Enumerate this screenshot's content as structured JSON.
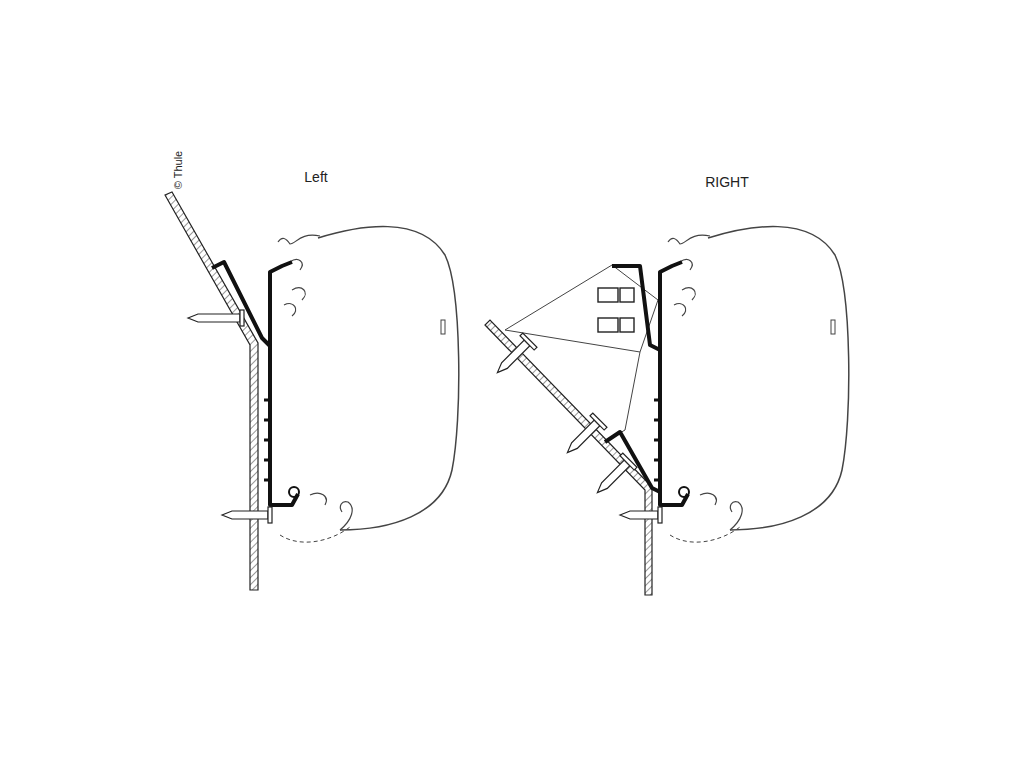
{
  "diagram": {
    "labels": [
      "© Thule",
      "Left",
      "RIGHT"
    ]
  }
}
